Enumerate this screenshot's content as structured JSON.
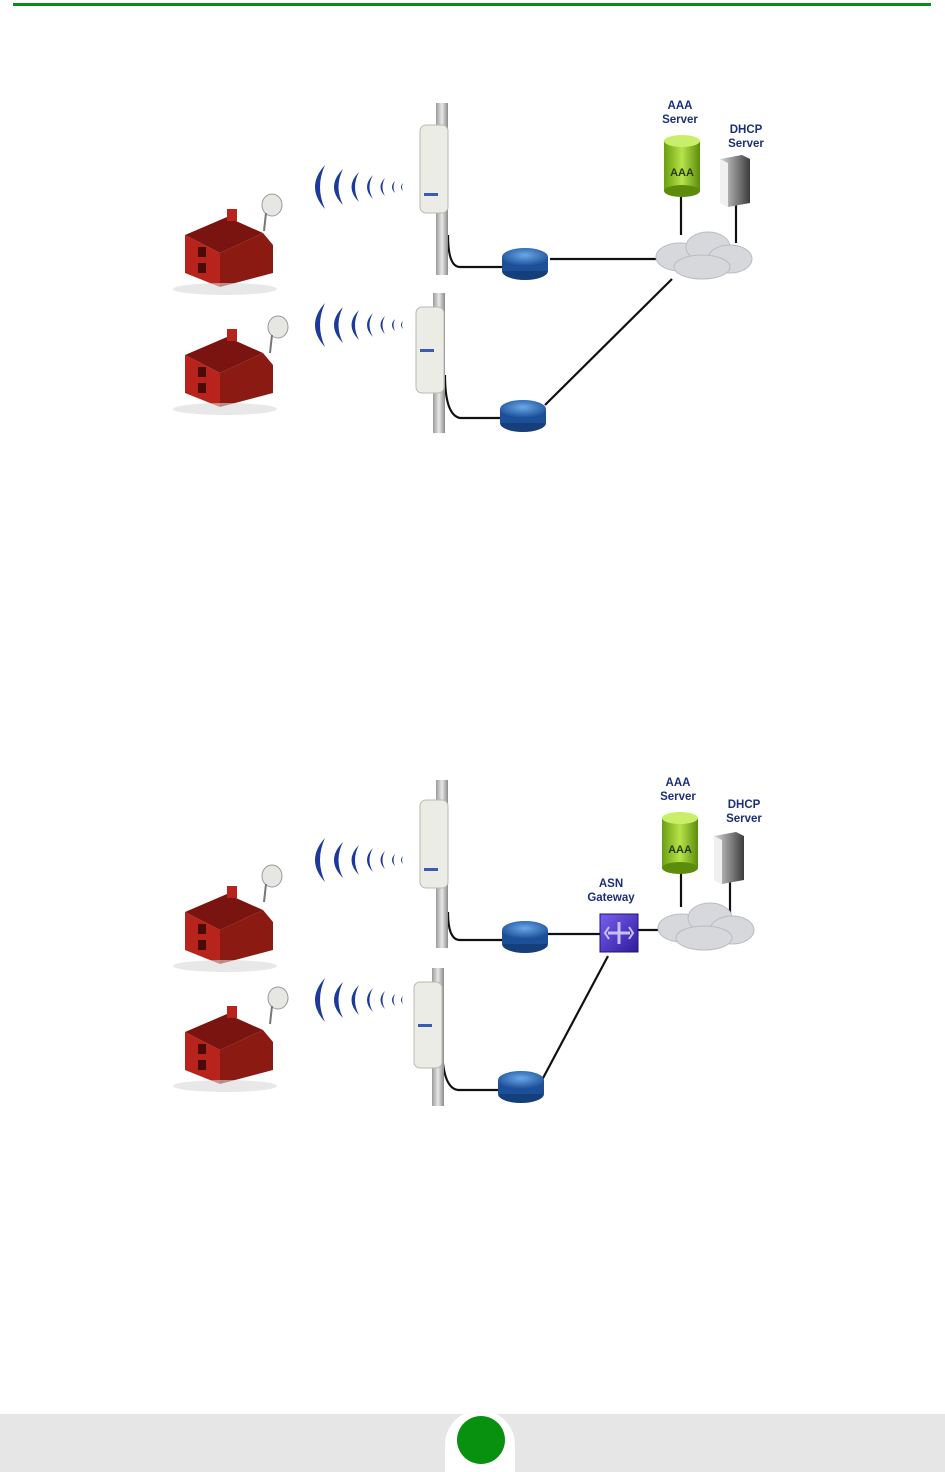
{
  "diagram1": {
    "aaa_server_label": [
      "AAA",
      "Server"
    ],
    "dhcp_server_label": [
      "DHCP",
      "Server"
    ],
    "aaa_badge": "AAA"
  },
  "diagram2": {
    "aaa_server_label": [
      "AAA",
      "Server"
    ],
    "dhcp_server_label": [
      "DHCP",
      "Server"
    ],
    "asn_gateway_label": [
      "ASN",
      "Gateway"
    ],
    "aaa_badge": "AAA"
  },
  "colors": {
    "accent_rule": "#0a8a1a",
    "page_dot": "#07910f",
    "label_text": "#1b2f7a",
    "barn": "#b8241b",
    "signal": "#1c3a9a",
    "router": "#2a67b5",
    "aaa_server": "#8ac31f",
    "asn_gateway": "#4a2fc0"
  },
  "icons": [
    "barn-icon",
    "dish-antenna-icon",
    "signal-waves-icon",
    "base-station-icon",
    "router-icon",
    "cloud-icon",
    "aaa-server-icon",
    "dhcp-server-icon",
    "asn-gateway-icon"
  ]
}
